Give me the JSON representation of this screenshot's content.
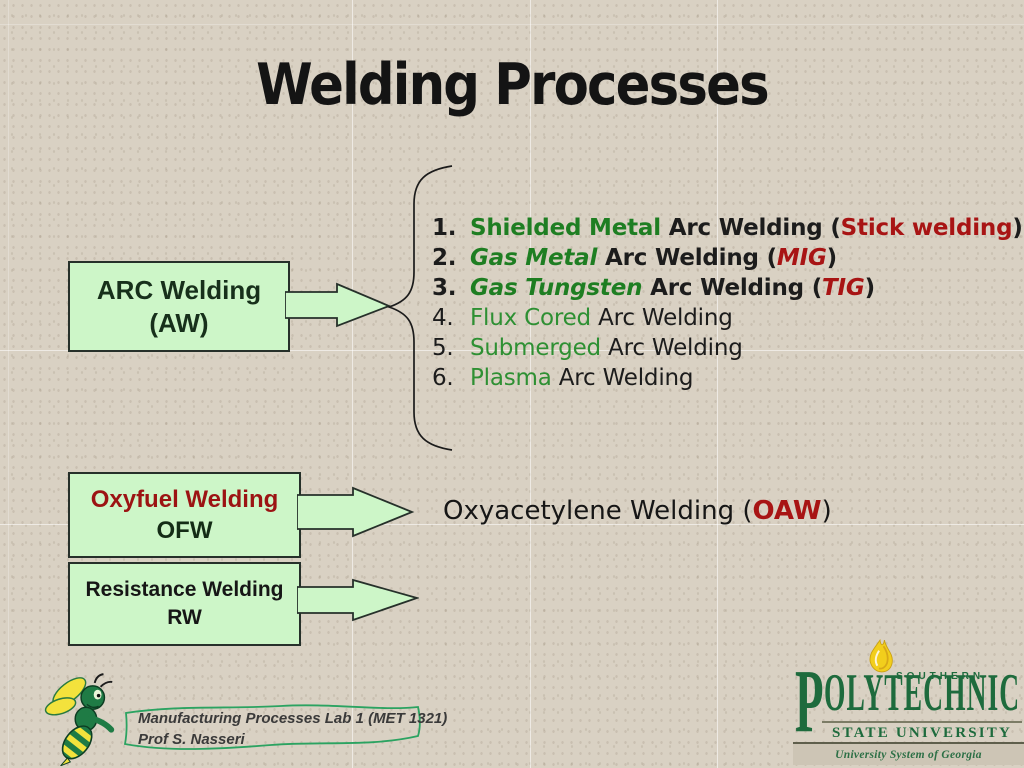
{
  "slide_title": "Welding Processes",
  "arc_flow": {
    "box": {
      "line1": "ARC Welding",
      "line2": "(AW)"
    },
    "items": [
      {
        "number": "1.",
        "green": "Shielded Metal",
        "black": " Arc Welding (",
        "red": "Stick welding",
        "close": ")"
      },
      {
        "number": "2.",
        "green": "Gas Metal",
        "black": " Arc Welding (",
        "red": "MIG",
        "close": ")"
      },
      {
        "number": "3.",
        "green": "Gas Tungsten",
        "black": " Arc Welding (",
        "red": "TIG",
        "close": ")"
      },
      {
        "number": "4.",
        "green": "Flux Cored",
        "black": " Arc Welding",
        "red": "",
        "close": ""
      },
      {
        "number": "5.",
        "green": "Submerged",
        "black": " Arc Welding",
        "red": "",
        "close": ""
      },
      {
        "number": "6.",
        "green": "Plasma",
        "black": " Arc Welding",
        "red": "",
        "close": ""
      }
    ]
  },
  "oxyfuel_flow": {
    "box": {
      "line1": "Oxyfuel Welding",
      "line2": "OFW"
    },
    "result": {
      "black_open": "Oxyacetylene Welding (",
      "red": "OAW",
      "close": ")"
    }
  },
  "resistance_flow": {
    "box": {
      "line1": "Resistance Welding",
      "line2": "RW"
    }
  },
  "footer": {
    "credit_line1": "Manufacturing Processes Lab 1 (MET 1321)",
    "credit_line2": "Prof S. Nasseri"
  },
  "logo": {
    "southern": "SOUTHERN",
    "poly_initial": "P",
    "poly_rest": "OLYTECHNIC",
    "state_line": "STATE UNIVERSITY",
    "system_line": "University System of Georgia"
  },
  "icons": {
    "brace": "curly-brace",
    "arrow": "flow-arrow",
    "mascot": "hornet-mascot",
    "flame": "flame-icon"
  },
  "colors": {
    "background": "#d9d1c3",
    "grid_line": "#f2efe7",
    "box_fill": "#cdf6c8",
    "box_border": "#26302a",
    "green_text_bold": "#1e7e22",
    "green_text_light": "#2e9033",
    "red_text": "#a81414",
    "oxyfuel_red": "#9c1313",
    "logo_green": "#1e6b3d",
    "banner_green": "#2ba361",
    "band_background": "#cdc5b5"
  }
}
